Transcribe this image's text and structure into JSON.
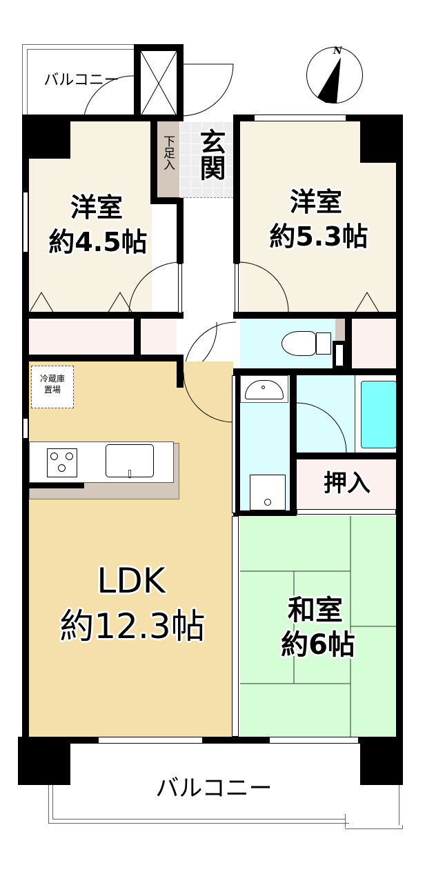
{
  "floor_plan": {
    "compass": {
      "label": "N"
    },
    "rooms": {
      "balcony_top": {
        "label": "バルコニー"
      },
      "genkan": {
        "label": "玄関"
      },
      "shoe_storage": {
        "label": "下足入"
      },
      "western_room_1": {
        "name": "洋室",
        "size": "約4.5帖"
      },
      "western_room_2": {
        "name": "洋室",
        "size": "約5.3帖"
      },
      "ldk": {
        "name": "LDK",
        "size": "約12.3帖"
      },
      "japanese_room": {
        "name": "和室",
        "size": "約6帖"
      },
      "oshiire": {
        "label": "押入"
      },
      "fridge_space": {
        "line1": "冷蔵庫",
        "line2": "置場"
      },
      "balcony_bottom": {
        "label": "バルコニー"
      }
    },
    "colors": {
      "western_room": "#f8f2e3",
      "ldk": "#f5e0ab",
      "japanese_room": "#d6fed6",
      "wet_area": "#dcfdfd",
      "bathtub": "#80ffff",
      "closet": "#fdf1ef",
      "shoe_storage": "#d4c8bc",
      "genkan_tile": "#ededed"
    }
  }
}
